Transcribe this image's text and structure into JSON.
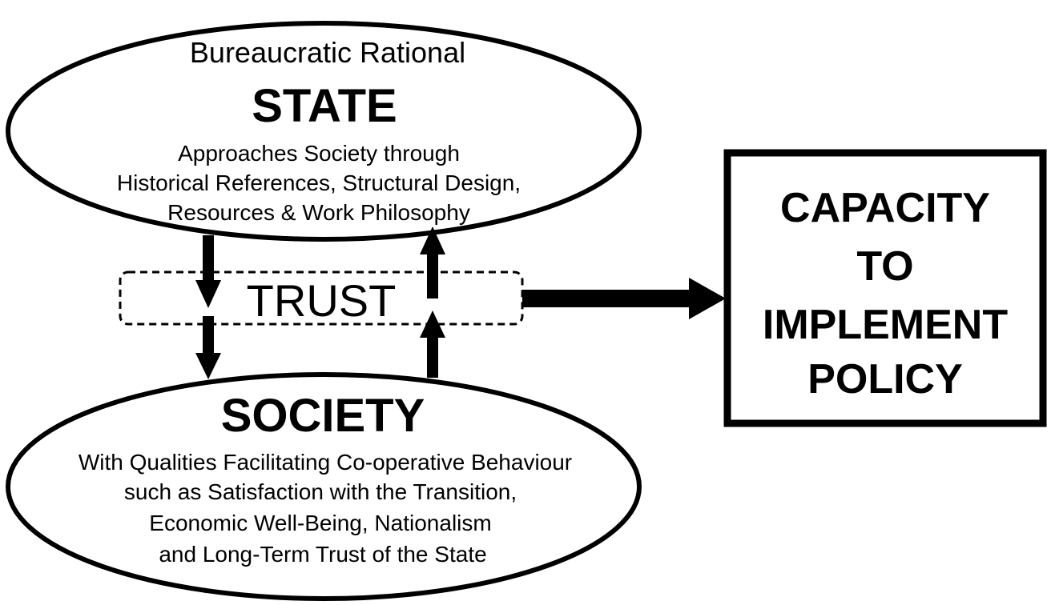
{
  "state": {
    "subtitle": "Bureaucratic Rational",
    "title": "STATE",
    "description_lines": [
      "Approaches Society through",
      "Historical References, Structural Design,",
      "Resources & Work Philosophy"
    ]
  },
  "trust": {
    "label": "TRUST"
  },
  "society": {
    "title": "SOCIETY",
    "description_lines": [
      "With Qualities Facilitating Co-operative Behaviour",
      "such as Satisfaction with the Transition,",
      "Economic Well-Being, Nationalism",
      "and Long-Term Trust of the State"
    ]
  },
  "outcome": {
    "lines": [
      "CAPACITY",
      "TO",
      "IMPLEMENT",
      "POLICY"
    ]
  },
  "colors": {
    "stroke": "#000000",
    "background": "#ffffff"
  }
}
